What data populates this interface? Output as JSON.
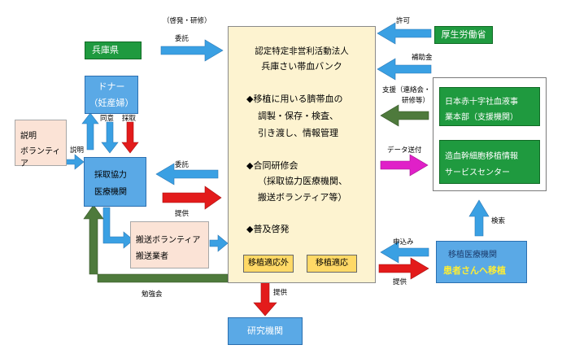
{
  "center": {
    "line1": "認定特定非営利活動法人",
    "line2": "兵庫さい帯血バンク",
    "bullet1_l1": "◆移植に用いる臍帯血の",
    "bullet1_l2": "調製・保存・検査、",
    "bullet1_l3": "引き渡し、情報管理",
    "bullet2_l1": "◆合同研修会",
    "bullet2_l2": "（採取協力医療機関、",
    "bullet2_l3": "搬送ボランティア等）",
    "bullet3": "◆普及啓発",
    "badge_outside": "移植適応外",
    "badge_inside": "移植適応"
  },
  "boxes": {
    "hyogo": "兵庫県",
    "donor_l1": "ドナー",
    "donor_l2": "（妊産婦）",
    "explain_l1": "説明",
    "explain_l2": "ボランティア",
    "collection_l1": "採取協力",
    "collection_l2": "医療機関",
    "transport_l1": "搬送ボランティア",
    "transport_l2": "搬送業者",
    "mhlw": "厚生労働省",
    "redcross_l1": "日本赤十字社血液事",
    "redcross_l2": "業本部（支援機関）",
    "hsct_l1": "造血幹細胞移植情報",
    "hsct_l2": "サービスセンター",
    "transplant_l1": "移植医療機関",
    "transplant_l2": "患者さんへ移植",
    "research": "研究機関"
  },
  "labels": {
    "keihatsu": "（啓発・研修）",
    "itaku_top": "委託",
    "itaku_mid": "委託",
    "teikyo_mid": "提供",
    "doui": "同意",
    "saishu": "採取",
    "setsumei": "説明",
    "kyoka": "許可",
    "hojokin": "補助金",
    "shien_l1": "支援（連絡会・",
    "shien_l2": "研修等）",
    "data_send": "データ送付",
    "kensaku": "検索",
    "moushikomi": "申込み",
    "teikyo_right": "提供",
    "teikyo_bottom": "提供",
    "benkyokai": "勉強会"
  },
  "colors": {
    "blue_arrow": "#3aa0e3",
    "red_arrow": "#e31b1b",
    "green_arrow": "#4e7a3c",
    "magenta_arrow": "#e020c8"
  }
}
